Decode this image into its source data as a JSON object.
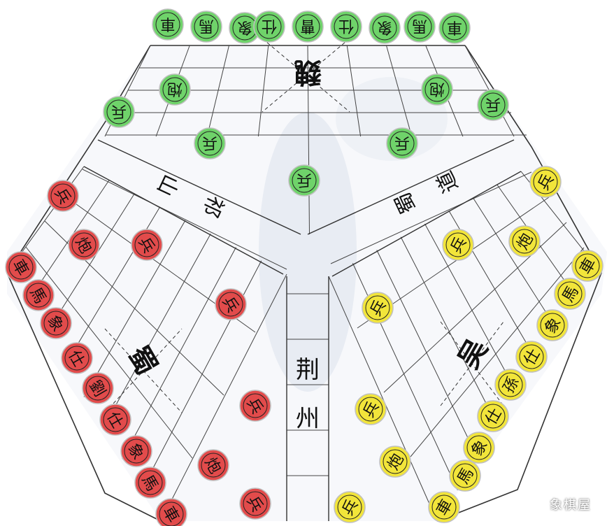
{
  "board": {
    "regions": {
      "center": [
        "荆",
        "州"
      ],
      "north_left": [
        "祁",
        "山"
      ],
      "north_right": [
        "蜀",
        "道"
      ]
    },
    "kingdom_labels": {
      "wei": "魏",
      "shu": "蜀",
      "wu": "吴"
    },
    "watermark": "象棋屋"
  },
  "colors": {
    "wei": "#6fd36a",
    "shu": "#e24b4b",
    "wu": "#f2e53a",
    "board_line": "#333333"
  },
  "sides": [
    {
      "id": "wei",
      "pieces": [
        "車",
        "馬",
        "象",
        "仕",
        "曹",
        "仕",
        "象",
        "馬",
        "車",
        "炮",
        "炮",
        "兵",
        "兵",
        "兵",
        "兵",
        "兵"
      ]
    },
    {
      "id": "shu",
      "pieces": [
        "車",
        "馬",
        "象",
        "仕",
        "劉",
        "仕",
        "象",
        "馬",
        "車",
        "炮",
        "炮",
        "兵",
        "兵",
        "兵",
        "兵",
        "兵"
      ]
    },
    {
      "id": "wu",
      "pieces": [
        "車",
        "馬",
        "象",
        "仕",
        "孫",
        "仕",
        "象",
        "馬",
        "車",
        "炮",
        "炮",
        "兵",
        "兵",
        "兵",
        "兵",
        "兵"
      ]
    }
  ]
}
